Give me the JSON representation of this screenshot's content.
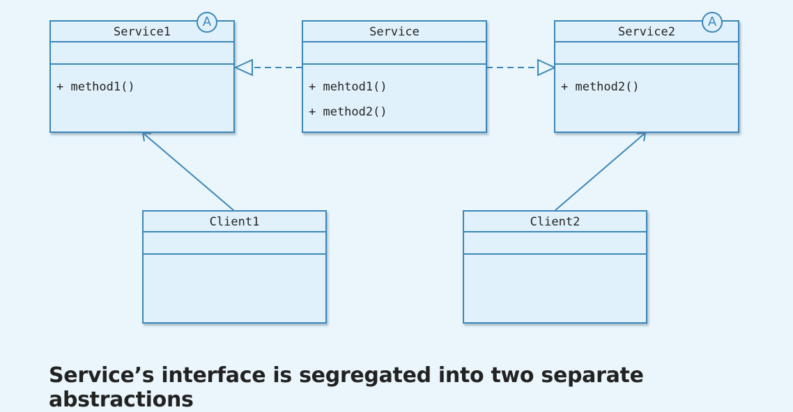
{
  "diagram": {
    "classes": {
      "service1": {
        "name": "Service1",
        "badge": "A",
        "methods": [
          "+ method1()"
        ]
      },
      "service": {
        "name": "Service",
        "methods": [
          "+ mehtod1()",
          "+ method2()"
        ]
      },
      "service2": {
        "name": "Service2",
        "badge": "A",
        "methods": [
          "+ method2()"
        ]
      },
      "client1": {
        "name": "Client1",
        "methods": []
      },
      "client2": {
        "name": "Client2",
        "methods": []
      }
    },
    "relationships": [
      {
        "type": "realization",
        "from": "Service",
        "to": "Service1"
      },
      {
        "type": "realization",
        "from": "Service",
        "to": "Service2"
      },
      {
        "type": "association",
        "from": "Client1",
        "to": "Service1"
      },
      {
        "type": "association",
        "from": "Client2",
        "to": "Service2"
      }
    ],
    "caption": "Service’s interface is segregated into two separate abstractions"
  },
  "colors": {
    "background": "#eaf6fc",
    "box_fill": "#e1f1fb",
    "stroke": "#3b86b7",
    "text": "#222222"
  }
}
